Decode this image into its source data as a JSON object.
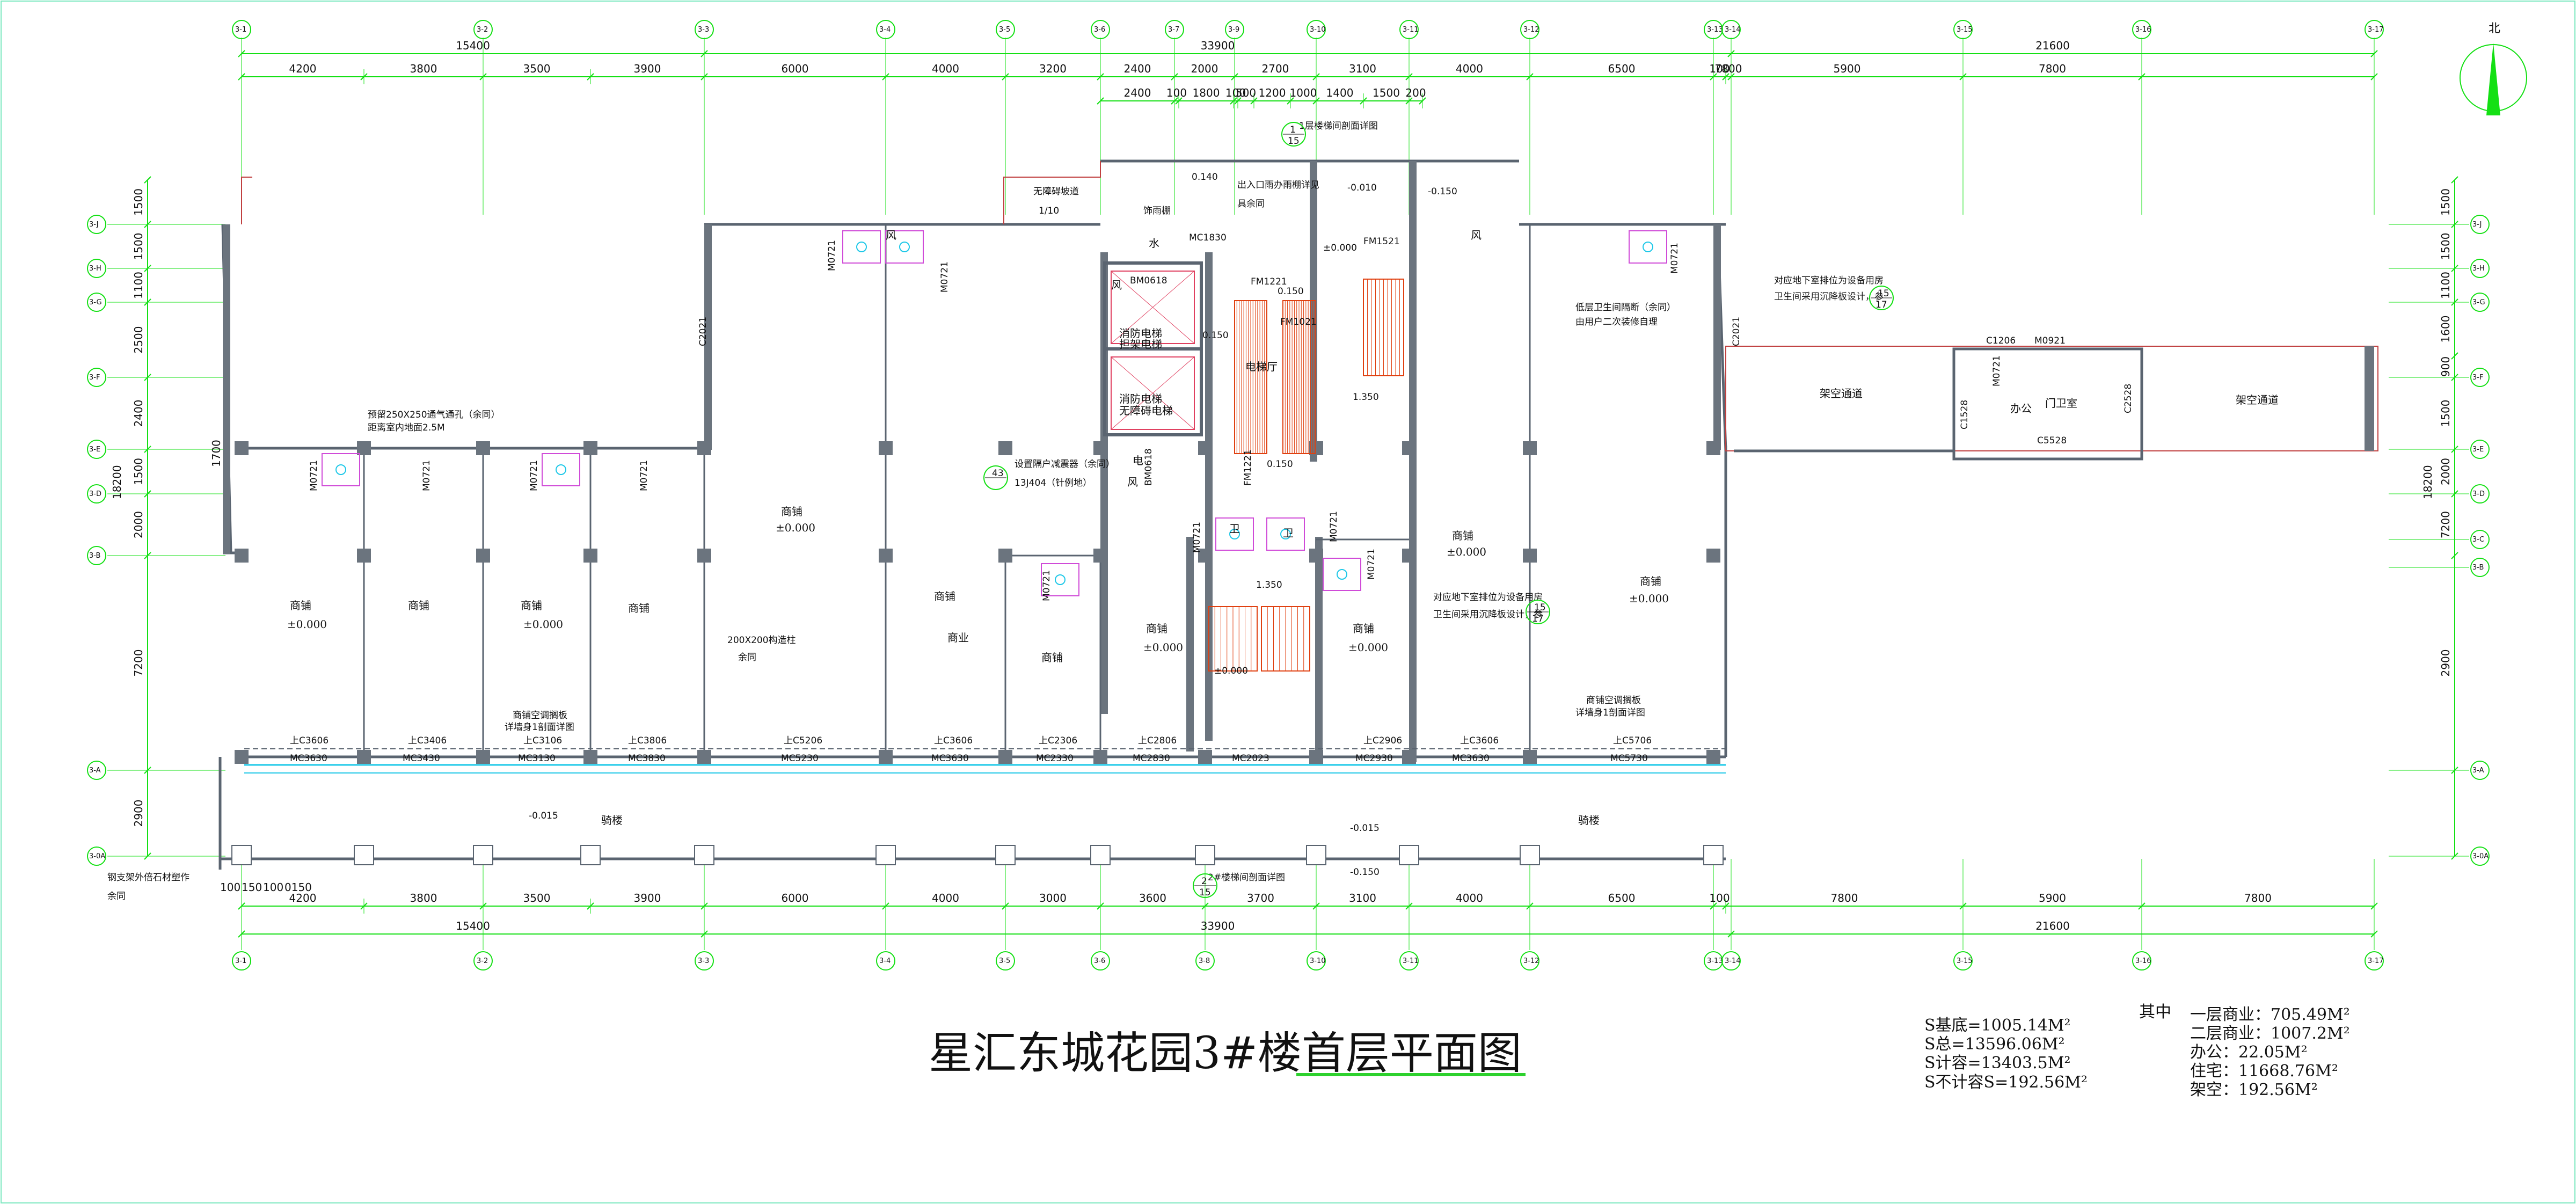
{
  "colors": {
    "dimension": "#14e014",
    "wall": "#5a6470",
    "column": "#6b747e",
    "window": "#1ec8e8",
    "fixture": "#d04bd8",
    "stair": "#e04010",
    "accent": "#e0a000",
    "title_underline": "#2dd12d"
  },
  "top_axes": [
    "3-1",
    "3-2",
    "3-3",
    "3-4",
    "3-5",
    "3-6",
    "3-7",
    "3-9",
    "3-10",
    "3-11",
    "3-12",
    "3-13",
    "3-14",
    "3-15",
    "3-16",
    "3-17"
  ],
  "bottom_axes": [
    "3-1",
    "3-2",
    "3-3",
    "3-4",
    "3-5",
    "3-6",
    "3-8",
    "3-10",
    "3-11",
    "3-12",
    "3-13",
    "3-14",
    "3-15",
    "3-16",
    "3-17"
  ],
  "left_axes": [
    "3-J",
    "3-H",
    "3-G",
    "3-F",
    "3-E",
    "3-D",
    "3-B",
    "3-A",
    "3-0A"
  ],
  "right_axes": [
    "3-J",
    "3-H",
    "3-G",
    "3-F",
    "3-E",
    "3-D",
    "3-C",
    "3-B",
    "3-A",
    "3-0A"
  ],
  "north_label": "北",
  "top_dims": {
    "overall": [
      "15400",
      "33900",
      "21600"
    ],
    "row1": [
      "4200",
      "3800",
      "3500",
      "3900",
      "6000",
      "4000",
      "3200",
      "2400",
      "2000",
      "2700",
      "3100",
      "4000",
      "6500",
      "100",
      "7800",
      "5900",
      "7800"
    ],
    "row2": [
      "2400",
      "100",
      "1800",
      "100",
      "500",
      "1200",
      "1000",
      "1400",
      "1500",
      "200"
    ]
  },
  "bottom_dims": {
    "row1": [
      "4200",
      "3800",
      "3500",
      "3900",
      "6000",
      "4000",
      "3000",
      "3600",
      "3700",
      "3100",
      "4000",
      "6500",
      "100",
      "7800",
      "5900",
      "7800"
    ],
    "overall": [
      "15400",
      "33900",
      "21600"
    ],
    "misc": [
      "100",
      "150",
      "100",
      "0150"
    ]
  },
  "left_dims": {
    "outer": [
      "1500",
      "1500",
      "1100",
      "2500",
      "2400",
      "1500",
      "2000",
      "7200",
      "2900"
    ],
    "total": "18200",
    "inner": [
      "1700"
    ]
  },
  "right_dims": {
    "outer": [
      "1500",
      "1500",
      "1100",
      "1600",
      "900",
      "1500",
      "2000",
      "7200",
      "2900"
    ],
    "total": "18200"
  },
  "rooms": {
    "shop": "商铺",
    "level": "±0.000",
    "arcade": "骑楼",
    "overhead_passage": "架空通道",
    "guard_room": "门卫室",
    "office": "办公",
    "commerce": "商业",
    "elevator_hall": "电梯厅",
    "fire_elevator_1": "消防电梯",
    "fire_elevator_2": "担架电梯",
    "fire_elevator_3": "消防电梯",
    "fire_elevator_4": "无障碍电梯",
    "wind": "风",
    "electric": "电",
    "water": "水",
    "toilet": "卫"
  },
  "windows": {
    "upper": [
      "上C3606",
      "上C3406",
      "上C3106",
      "上C3806",
      "上C5206",
      "上C3606",
      "上C2306",
      "上C2806",
      "上C2906",
      "上C3606",
      "上C5706"
    ],
    "lower": [
      "MC3630",
      "MC3430",
      "MC3130",
      "MC3830",
      "MC5230",
      "MC3630",
      "MC2330",
      "MC2830",
      "MC2023",
      "MC2930",
      "MC3630",
      "MC5730"
    ]
  },
  "doors": {
    "m0721": "M0721",
    "c2021": "C2021",
    "mc1830": "MC1830",
    "bm0618": "BM0618",
    "fm1221": "FM1221",
    "fm1021": "FM1021",
    "fm1521": "FM1521",
    "c1206": "C1206",
    "m0921": "M0921",
    "c1528": "C1528",
    "c2528": "C2528",
    "c5528": "C5528"
  },
  "elevations": {
    "e0140": "0.140",
    "e_neg010": "-0.010",
    "e_neg150": "-0.150",
    "e0150": "0.150",
    "e_neg015": "-0.015",
    "e1350": "1.350",
    "e_pos000": "±0.000"
  },
  "notes": {
    "ramp": "无障碍坡道",
    "ramp_slope": "1/10",
    "canopy": "饰雨棚",
    "entrance_note1": "出入口雨办雨棚详见",
    "entrance_note2": "具余同",
    "stair_ref1": "1层楼梯间剖面详图",
    "stair_ref2": "2#楼梯间剖面详图",
    "duct": "预留250X250通气通孔（余同）",
    "duct_height": "距离室内地面2.5M",
    "shaft": "200X200构造柱",
    "shaft_note": "余同",
    "ac_panel": "商铺空调搁板",
    "ac_ref": "详墙身1剖面详图",
    "sunken1": "对应地下室排位为设备用房",
    "sunken2": "卫生间采用沉降板设计，参",
    "kitchen1": "低层卫生间隔断（余同）",
    "kitchen2": "由用户二次装修自理",
    "steel_post": "钢支架外倍石材塑作",
    "steel_post2": "余同",
    "drain": "设置隔户减震器（余同）",
    "drain_ref": "13J404（针例地）",
    "ref_1": "1",
    "ref_15": "15",
    "ref_17": "17",
    "ref_43": "43",
    "ref_2": "2"
  },
  "title": "星汇东城花园3#楼首层平面图",
  "stats_left": [
    "S基底=1005.14M²",
    "S总=13596.06M²",
    "S计容=13403.5M²",
    "S不计容S=192.56M²"
  ],
  "stats_heading": "其中",
  "stats_right": [
    "一层商业：705.49M²",
    "二层商业：1007.2M²",
    "办公：22.05M²",
    "住宅：11668.76M²",
    "架空：192.56M²"
  ]
}
